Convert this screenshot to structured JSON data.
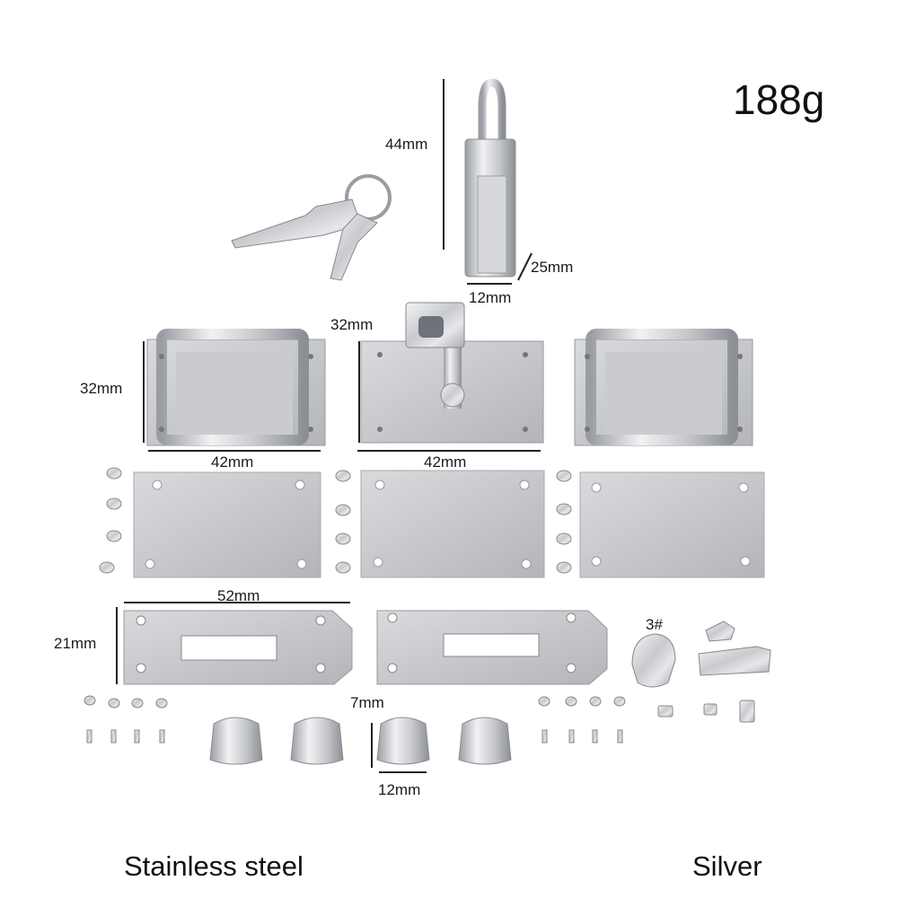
{
  "weight": "188g",
  "dims": {
    "lock_height": "44mm",
    "lock_depth": "25mm",
    "lock_width": "12mm",
    "hasp_height": "32mm",
    "plate_height": "32mm",
    "plate_width_left": "42mm",
    "plate_width_mid": "42mm",
    "strap_length": "52mm",
    "strap_height": "21mm",
    "zipper_size": "3#",
    "knob_height": "7mm",
    "knob_width": "12mm"
  },
  "material": "Stainless steel",
  "color": "Silver",
  "colors": {
    "metal_light": "#e8e8ea",
    "metal_mid": "#b9bbbf",
    "metal_dark": "#7d8086",
    "line": "#222222"
  }
}
